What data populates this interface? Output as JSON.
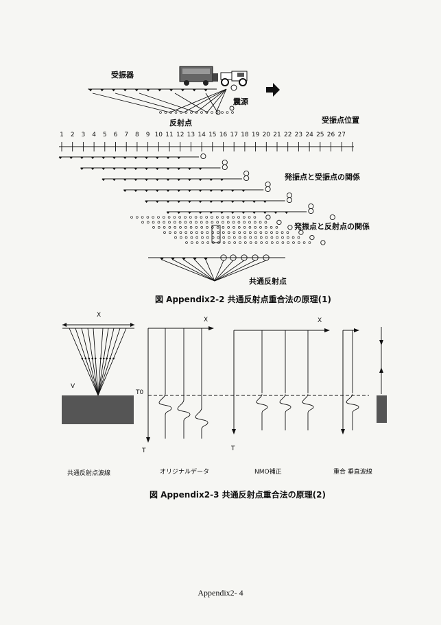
{
  "figure1": {
    "label_receivers": "受振器",
    "label_source": "震源",
    "label_reflection_points": "反射点",
    "label_receiver_positions": "受振点位置",
    "position_numbers": [
      "1",
      "2",
      "3",
      "4",
      "5",
      "6",
      "7",
      "8",
      "9",
      "10",
      "11",
      "12",
      "13",
      "14",
      "15",
      "16",
      "17",
      "18",
      "19",
      "20",
      "21",
      "22",
      "23",
      "24",
      "25",
      "26",
      "27"
    ],
    "label_shot_receiver_relation": "発振点と受振点の関係",
    "label_shot_reflection_relation": "発振点と反射点の関係",
    "label_common_reflection_point": "共通反射点",
    "caption": "図 Appendix2-2 共通反射点重合法の原理(1)"
  },
  "figure2": {
    "axis_x": "X",
    "label_v": "V",
    "label_t0": "T0",
    "axis_t": "T",
    "panel_labels": [
      "共通反射点波線",
      "オリジナルデータ",
      "NMO補正",
      "重合 垂直波線"
    ],
    "caption": "図 Appendix2-3 共通反射点重合法の原理(2)"
  },
  "footer": {
    "page_number": "Appendix2- 4"
  }
}
